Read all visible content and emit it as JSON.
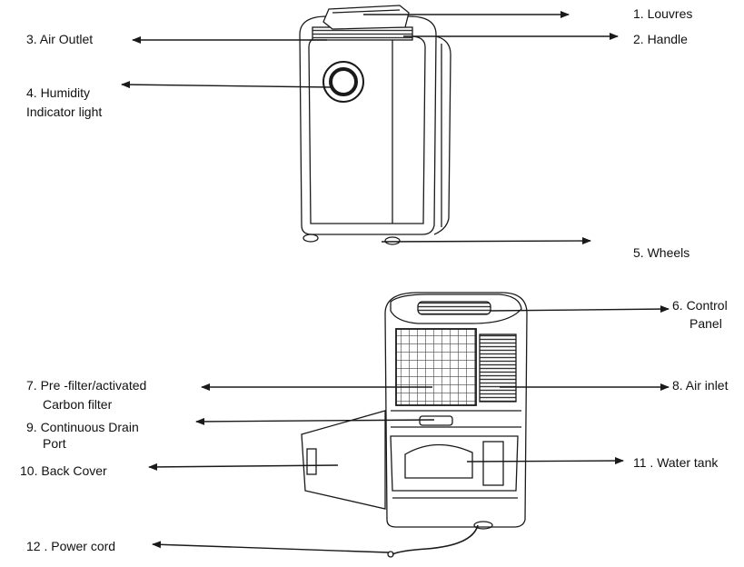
{
  "labels": {
    "louvres": "1. Louvres",
    "handle": "2. Handle",
    "air_outlet": "3. Air Outlet",
    "humidity_line1": "4. Humidity",
    "humidity_line2": "Indicator light",
    "wheels": "5. Wheels",
    "control_line1": "6. Control",
    "control_line2": "Panel",
    "prefilter_line1": "7. Pre  -filter/activated",
    "prefilter_line2": "Carbon filter",
    "air_inlet": "8. Air inlet",
    "drain_line1": "9. Continuous Drain",
    "drain_line2": "Port",
    "back_cover": "10. Back Cover",
    "water_tank": "11 . Water tank",
    "power_cord": "12 . Power cord"
  },
  "colors": {
    "line": "#1a1a1a",
    "device_fill": "#ffffff",
    "grille": "#333333"
  }
}
